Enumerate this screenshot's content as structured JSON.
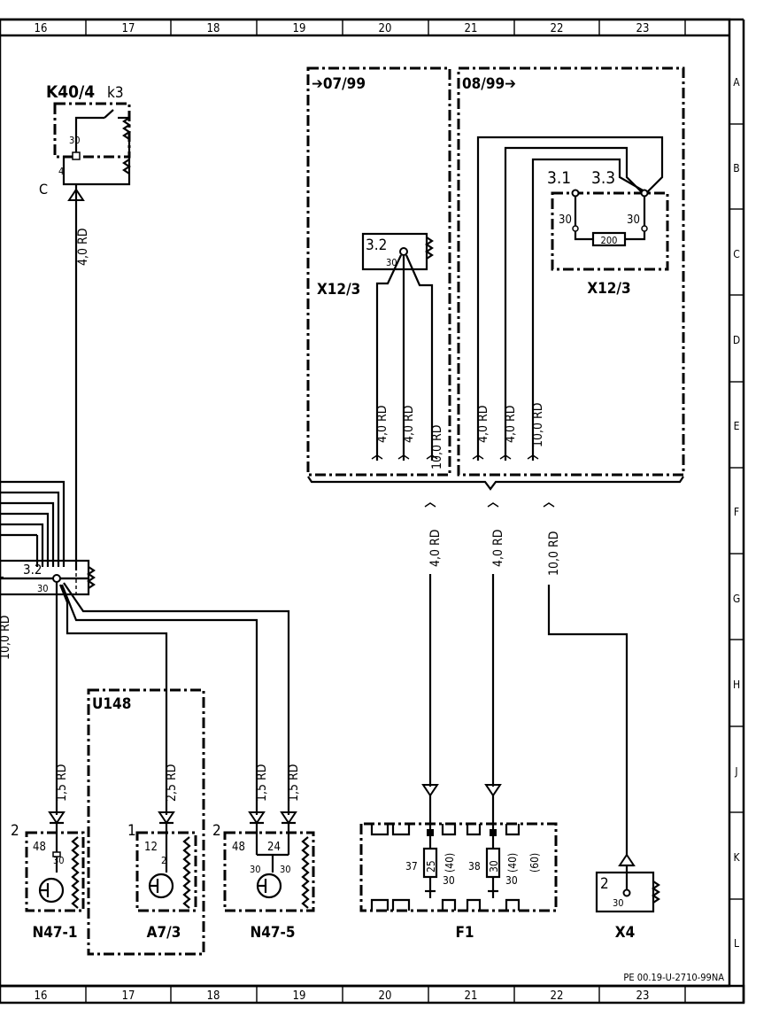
{
  "grid": {
    "columns": [
      "16",
      "17",
      "18",
      "19",
      "20",
      "21",
      "22",
      "23"
    ],
    "rows": [
      "A",
      "B",
      "C",
      "D",
      "E",
      "F",
      "G",
      "H",
      "J",
      "K",
      "L"
    ]
  },
  "drawing_number": "PE 00.19-U-2710-99NA",
  "components": {
    "k40": {
      "name": "K40/4",
      "suffix": "k3",
      "pin_a": "30",
      "pin_b": "4",
      "connector": "C",
      "wire": "4,0 RD"
    },
    "version_old": {
      "label": "➔07/99",
      "connector": "X12/3",
      "pin_label": "3.2",
      "pin": "30",
      "wires": [
        "4,0 RD",
        "4,0 RD",
        "10,0 RD"
      ]
    },
    "version_new": {
      "label": "08/99➔",
      "connector": "X12/3",
      "pin_a": "3.1",
      "pin_b": "3.3",
      "pin_30a": "30",
      "pin_30b": "30",
      "resistor": "200",
      "wires": [
        "4,0 RD",
        "4,0 RD",
        "10,0 RD"
      ]
    },
    "main_wires": [
      "4,0 RD",
      "4,0 RD",
      "10,0 RD"
    ],
    "splice": {
      "pin_label": "3.2",
      "pin": "30",
      "wire_left": "10,0 RD"
    },
    "u148": {
      "name": "U148"
    },
    "n47_1": {
      "name": "N47-1",
      "terminal": "2",
      "pin_a": "48",
      "pin_b": "30",
      "wire": "1,5 RD"
    },
    "a7_3": {
      "name": "A7/3",
      "terminal": "1",
      "pin_a": "12",
      "pin_b": "2",
      "wire": "2,5 RD"
    },
    "n47_5": {
      "name": "N47-5",
      "terminal": "2",
      "pin_a": "48",
      "pin_b": "24",
      "pin_c": "30",
      "pin_d": "30",
      "wires": [
        "1,5 RD",
        "1,5 RD"
      ]
    },
    "f1": {
      "name": "F1",
      "fuse_a_num": "37",
      "fuse_a_val": "25",
      "fuse_a_rating": "(40)",
      "fuse_a_pin": "30",
      "fuse_b_num": "38",
      "fuse_b_val": "30",
      "fuse_b_rating": "(40)",
      "fuse_b_pin": "30",
      "fuse_c_rating": "(60)"
    },
    "x4": {
      "name": "X4",
      "pin_a": "2",
      "pin_b": "30"
    }
  }
}
